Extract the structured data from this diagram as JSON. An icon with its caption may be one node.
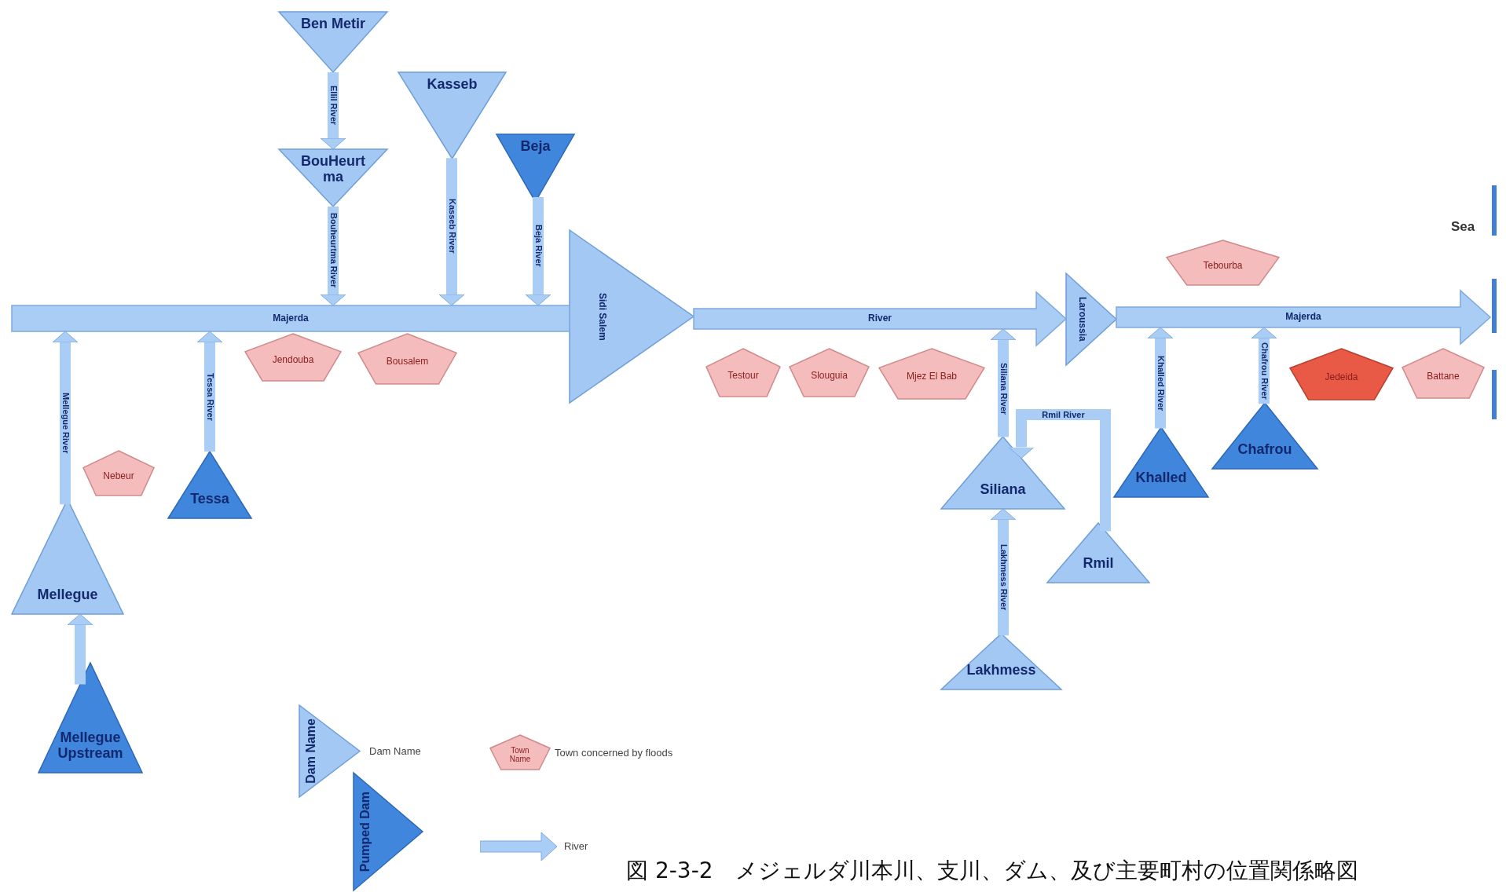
{
  "diagram": {
    "caption": "図 2-3-2　メジェルダ川本川、支川、ダム、及び主要町村の位置関係略図",
    "nodes": [
      {
        "text": [
          "Ben Metir"
        ]
      },
      {
        "text": [
          "BouHeurtma"
        ]
      },
      {
        "text": [
          "Kasseb"
        ]
      },
      {
        "text": [
          "Beja"
        ]
      },
      {
        "text": [
          "Sidi Salem"
        ]
      },
      {
        "text": [
          "Jendouba"
        ]
      },
      {
        "text": [
          "Bousalem"
        ]
      },
      {
        "text": [
          "Testour"
        ]
      },
      {
        "text": [
          "Slouguia"
        ]
      },
      {
        "text": [
          "Mjez El Bab"
        ]
      },
      {
        "text": [
          "Laroussia"
        ]
      },
      {
        "text": [
          "Tebourba"
        ]
      },
      {
        "text": [
          "Jedeida"
        ]
      },
      {
        "text": [
          "Battane"
        ]
      },
      {
        "text": [],
        "shape": "bar",
        "beside": [
          "Sea"
        ]
      },
      {
        "text": [
          "Mellegue"
        ]
      },
      {
        "text": [
          "Mellegue Upstream"
        ]
      },
      {
        "text": [
          "Nebeur"
        ]
      },
      {
        "text": [
          "Tessa"
        ]
      },
      {
        "text": [
          "Siliana"
        ]
      },
      {
        "text": [
          "Rmil"
        ]
      },
      {
        "text": [
          "Lakhmess"
        ]
      },
      {
        "text": [
          "Khalled"
        ]
      },
      {
        "text": [
          "Chafrou"
        ]
      },
      {
        "text": [
          "Majerda"
        ]
      },
      {
        "text": [
          "River"
        ]
      },
      {
        "text": [
          "Majerda"
        ]
      }
    ],
    "edges": [
      {
        "from": 0,
        "to": 1,
        "arrow": "to",
        "label": "Ellil River"
      },
      {
        "from": 1,
        "to": 24,
        "arrow": "to",
        "label": "Bouheurtma River"
      },
      {
        "from": 2,
        "to": 24,
        "arrow": "to",
        "label": "Kasseb River"
      },
      {
        "from": 3,
        "to": 24,
        "arrow": "to",
        "label": "Beja River"
      },
      {
        "from": 16,
        "to": 15,
        "arrow": "to"
      },
      {
        "from": 15,
        "to": 24,
        "arrow": "to",
        "label": "Mellegue River"
      },
      {
        "from": 18,
        "to": 24,
        "arrow": "to",
        "label": "Tessa River"
      },
      {
        "from": 21,
        "to": 19,
        "arrow": "to",
        "label": "Lakhmess River"
      },
      {
        "from": 19,
        "to": 25,
        "arrow": "to",
        "label": "Siliana River"
      },
      {
        "from": 20,
        "to": 19,
        "arrow": "to",
        "label": "Rmil River"
      },
      {
        "from": 22,
        "to": 26,
        "arrow": "to",
        "label": "Khalled River"
      },
      {
        "from": 23,
        "to": 26,
        "arrow": "to",
        "label": "Chafrou River"
      }
    ],
    "labels": [
      "Dam Name",
      "Town Name"
    ],
    "legend": [
      {
        "text": "Dam Name"
      },
      {
        "text": "Town concerned by floods"
      },
      {
        "text": "Pumped Dam"
      },
      {
        "text": "River"
      }
    ]
  }
}
